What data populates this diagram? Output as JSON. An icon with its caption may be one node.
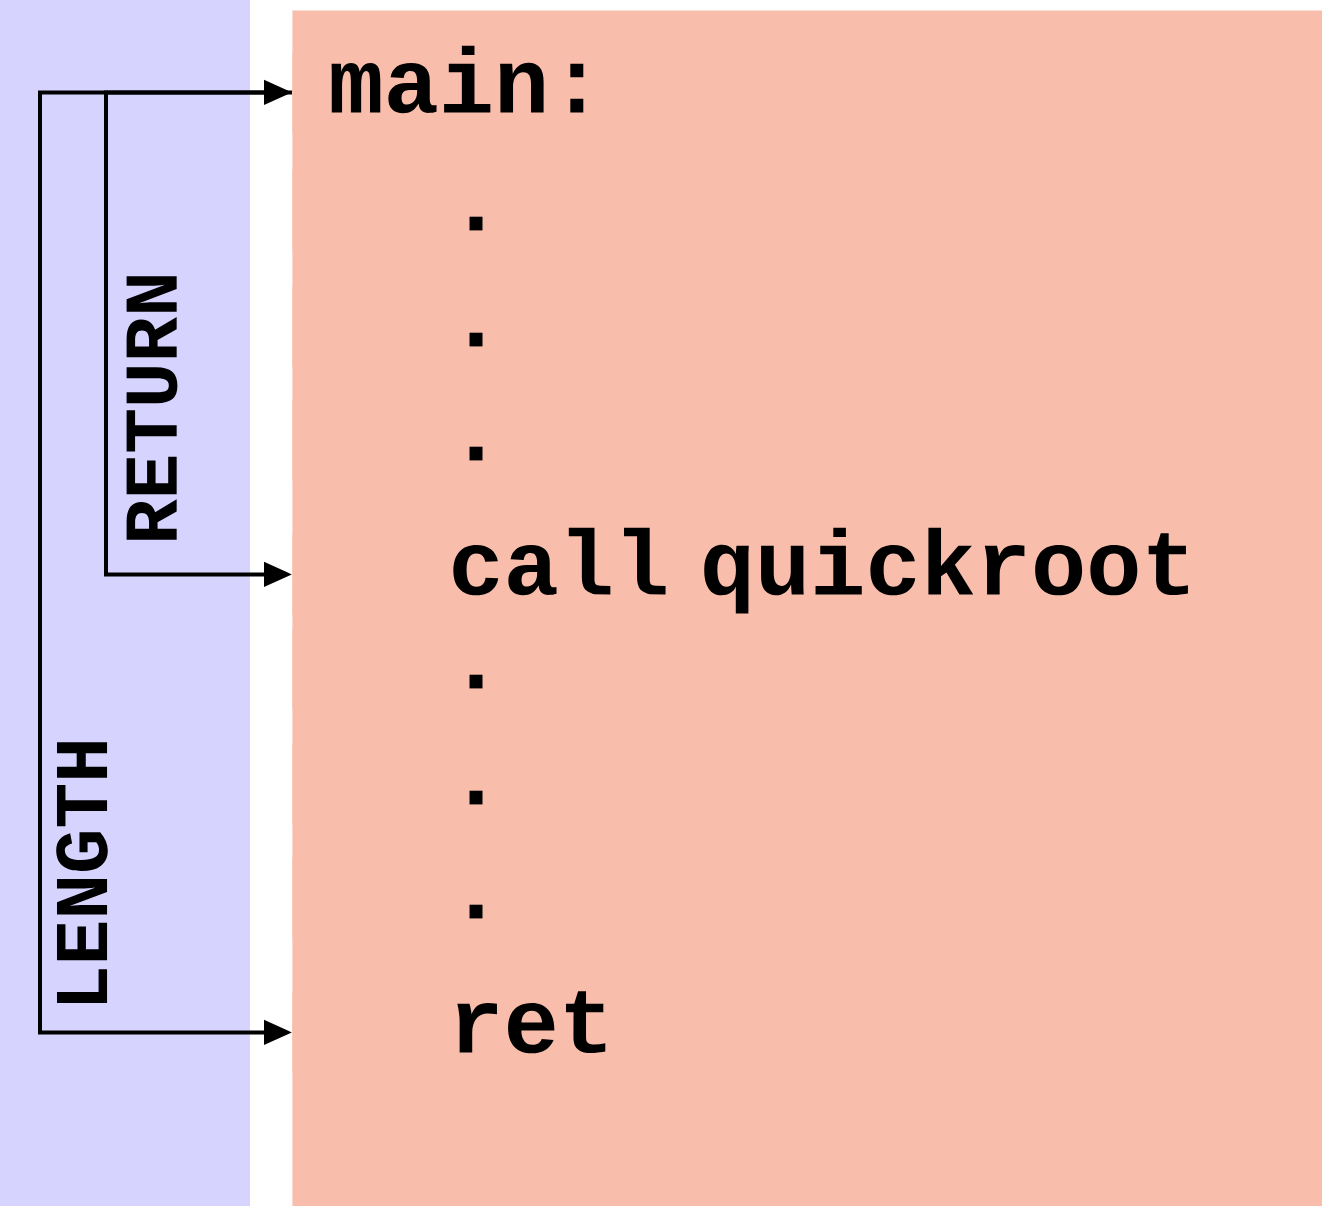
{
  "diagram": {
    "nodes": [
      {
        "text": [],
        "shape": "box"
      },
      {
        "text": [
          "main:"
        ],
        "in": 0
      },
      {
        "text": [
          "."
        ],
        "in": 0
      },
      {
        "text": [
          "."
        ],
        "in": 0
      },
      {
        "text": [
          "."
        ],
        "in": 0
      },
      {
        "text": [
          "call quickroot"
        ],
        "in": 0
      },
      {
        "text": [
          "."
        ],
        "in": 0
      },
      {
        "text": [
          "."
        ],
        "in": 0
      },
      {
        "text": [
          "."
        ],
        "in": 0
      },
      {
        "text": [
          "ret"
        ],
        "in": 0
      }
    ],
    "edges": [
      {
        "from": 1,
        "to": 5,
        "arrow": "to",
        "label": "RETURN"
      },
      {
        "from": 1,
        "to": 9,
        "arrow": "both",
        "label": "LENGTH"
      }
    ]
  }
}
